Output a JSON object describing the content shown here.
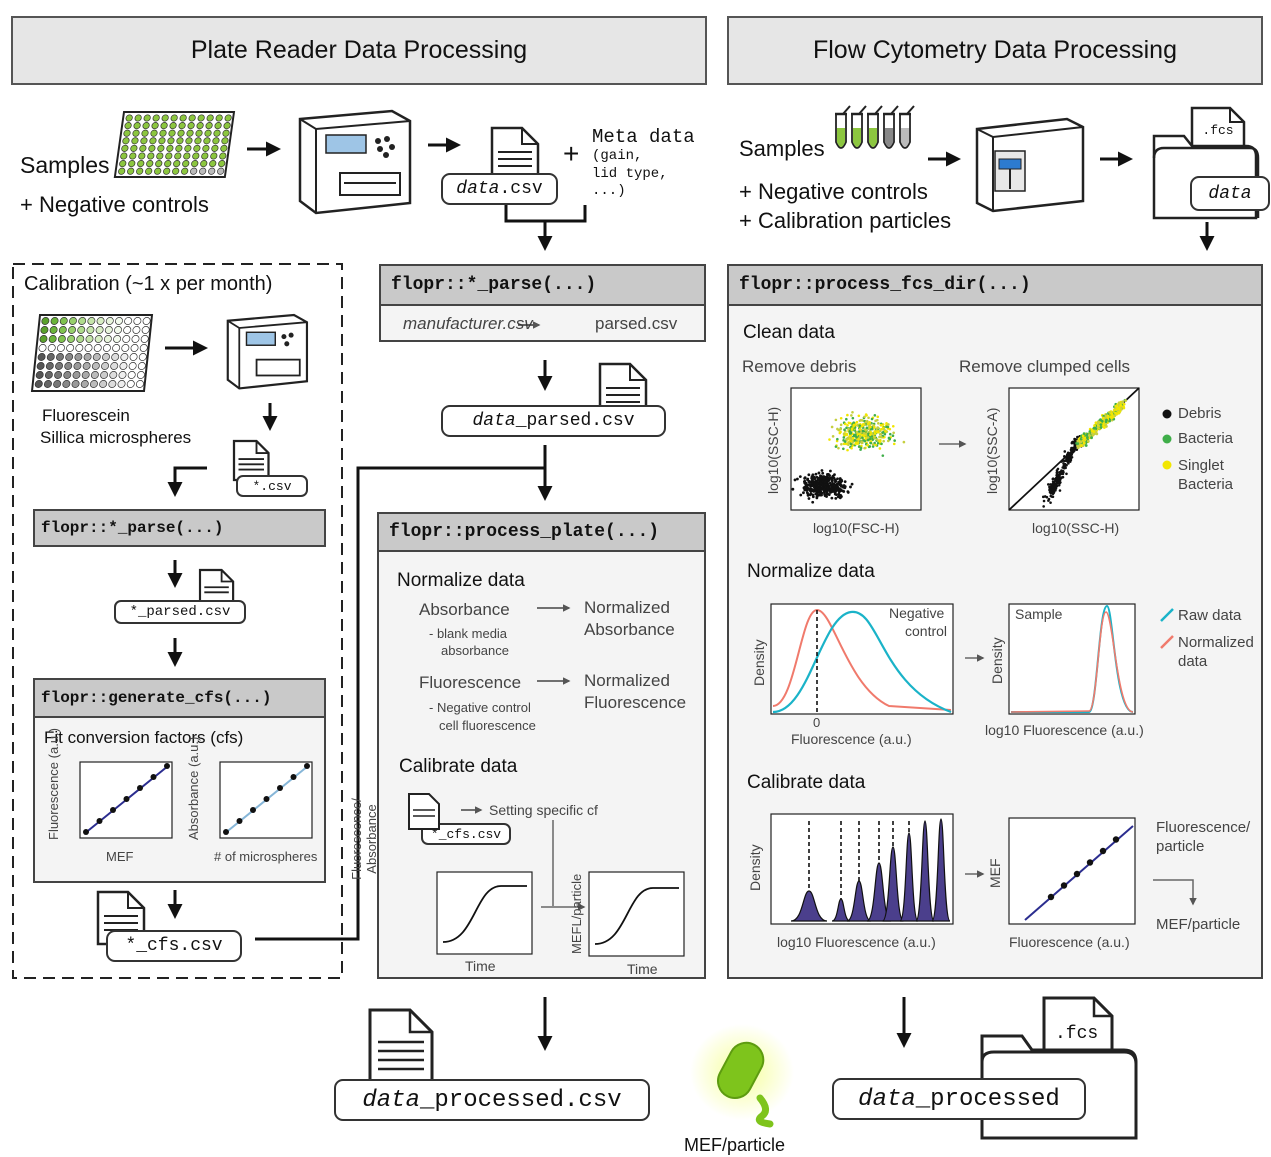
{
  "headers": {
    "plate": "Plate Reader Data Processing",
    "flow": "Flow Cytometry Data Processing"
  },
  "plate_top": {
    "samples": "Samples",
    "neg_controls": "+ Negative controls",
    "data_file": "data.csv",
    "plus": "+",
    "meta_title": "Meta data",
    "meta_lines": [
      "(gain,",
      " lid type,",
      " ...)"
    ]
  },
  "calibration": {
    "title": "Calibration (~1 x per month)",
    "fluorescein": "Fluorescein",
    "microspheres": "Sillica microspheres",
    "csv": "*.csv",
    "parse_fn": "flopr::*_parse(...)",
    "parsed_csv": "*_parsed.csv",
    "gen_fn": "flopr::generate_cfs(...)",
    "fit_title": "Fit conversion factors (cfs)",
    "plot1_y": "Fluorescence (a.u.)",
    "plot1_x": "MEF",
    "plot2_y": "Absorbance (a.u.)",
    "plot2_x": "# of microspheres",
    "cfs_csv": "*_cfs.csv"
  },
  "parse_box": {
    "fn": "flopr::*_parse(...)",
    "from": "manufacturer.csv",
    "to": "parsed.csv",
    "output": "data_parsed.csv"
  },
  "process_plate": {
    "fn": "flopr::process_plate(...)",
    "normalize": "Normalize data",
    "absorbance": "Absorbance",
    "abs_note1": "- blank media",
    "abs_note2": "absorbance",
    "norm_abs1": "Normalized",
    "norm_abs2": "Absorbance",
    "fluorescence": "Fluorescence",
    "fl_note1": "- Negative control",
    "fl_note2": "cell fluorescence",
    "norm_fl1": "Normalized",
    "norm_fl2": "Fluorescence",
    "calibrate": "Calibrate data",
    "cfs_file": "*_cfs.csv",
    "setting": "Setting specific cf",
    "y1": "Fluorescence/ Absorbance",
    "x1": "Time",
    "y2": "MEFL/particle",
    "x2": "Time"
  },
  "flow_top": {
    "samples": "Samples",
    "neg_controls": "+ Negative controls",
    "calib": "+ Calibration particles",
    "fcs": ".fcs",
    "data": "data"
  },
  "fcs_box": {
    "fn": "flopr::process_fcs_dir(...)",
    "clean": "Clean data",
    "debris": "Remove debris",
    "clumped": "Remove clumped cells",
    "p1_y": "log10(SSC-H)",
    "p1_x": "log10(FSC-H)",
    "p2_y": "log10(SSC-A)",
    "p2_x": "log10(SSC-H)",
    "legend": [
      "Debris",
      "Bacteria",
      "Singlet",
      "Bacteria"
    ],
    "normalize": "Normalize data",
    "neg1": "Negative",
    "neg2": "control",
    "zero": "0",
    "density": "Density",
    "fl_au": "Fluorescence (a.u.)",
    "sample": "Sample",
    "log_fl": "log10 Fluorescence (a.u.)",
    "raw": "Raw data",
    "norm1": "Normalized",
    "norm2": "data",
    "calibrate": "Calibrate data",
    "mef": "MEF",
    "fl_particle1": "Fluorescence/",
    "fl_particle2": "particle",
    "mef_particle": "MEF/particle"
  },
  "outputs": {
    "plate": "data_processed.csv",
    "flow": "data_processed",
    "fcs": ".fcs",
    "center": "MEF/particle"
  },
  "colors": {
    "well_green": "#8cc63f",
    "debris": "#111111",
    "bacteria": "#3fae49",
    "singlet": "#f2e600",
    "raw": "#1ab3c8",
    "normalized": "#f07a6c",
    "bead_fill": "#4b3f8c",
    "fit_line": "#2b2d8f"
  }
}
